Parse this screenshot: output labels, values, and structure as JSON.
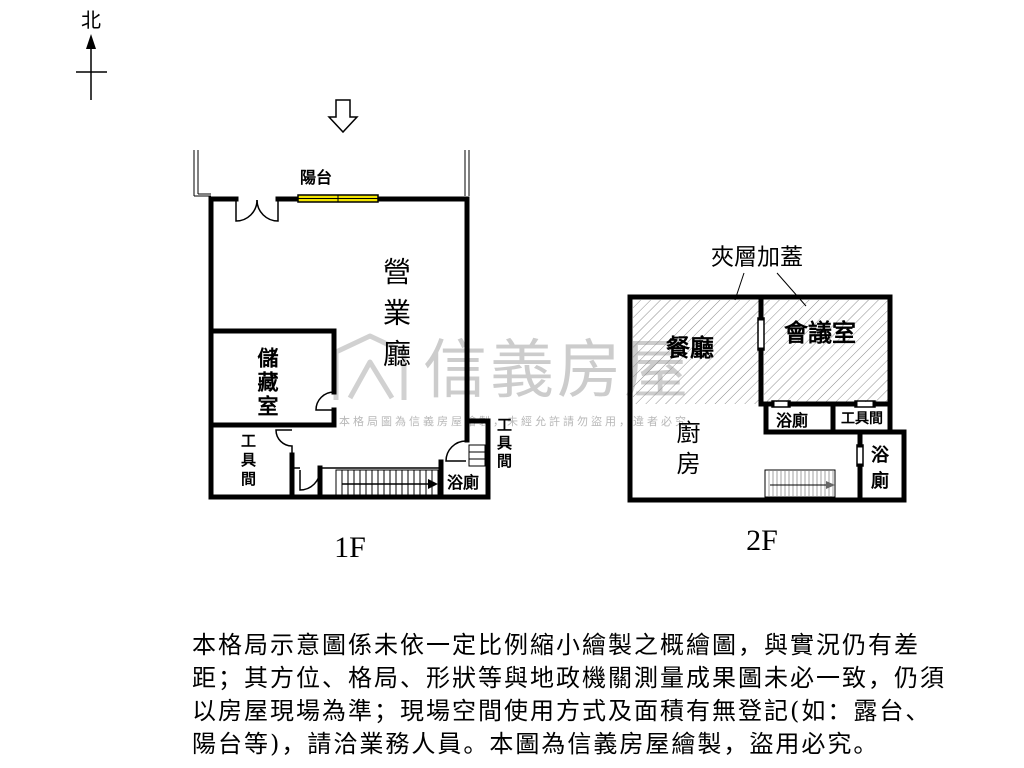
{
  "compass": {
    "north": "北",
    "icon": "north-arrow-icon"
  },
  "entrance": {
    "icon": "entrance-arrow-icon"
  },
  "floor_1": {
    "label": "1F",
    "balcony": "陽台",
    "business_hall": "營業廳",
    "storage_room": "儲藏室",
    "tool_room_left": "工具間",
    "tool_room_right": "工具間",
    "bathroom": "浴廁"
  },
  "floor_2": {
    "label": "2F",
    "mezzanine_note": "夾層加蓋",
    "dining_room": "餐廳",
    "meeting_room": "會議室",
    "bathroom_small": "浴廁",
    "tool_room": "工具間",
    "kitchen": "廚房",
    "bathroom_right": "浴廁"
  },
  "watermark": {
    "brand": "信義房屋",
    "notice": "本格局圖為信義房屋繪製，未經允許請勿盜用，違者必究"
  },
  "disclaimer": {
    "lines": [
      "本格局示意圖係未依一定比例縮小繪製之概繪圖，與實況仍有差",
      "距；其方位、格局、形狀等與地政機關測量成果圖未必一致，仍須",
      "以房屋現場為準；現場空間使用方式及面積有無登記(如：露台、",
      "陽台等)，請洽業務人員。本圖為信義房屋繪製，盜用必究。"
    ]
  },
  "colors": {
    "wall": "#000000",
    "window": "#f2e400",
    "hatch": "#8c8c8c",
    "stair_hatch": "#a0a0a0",
    "watermark": "#9a9a9a"
  }
}
